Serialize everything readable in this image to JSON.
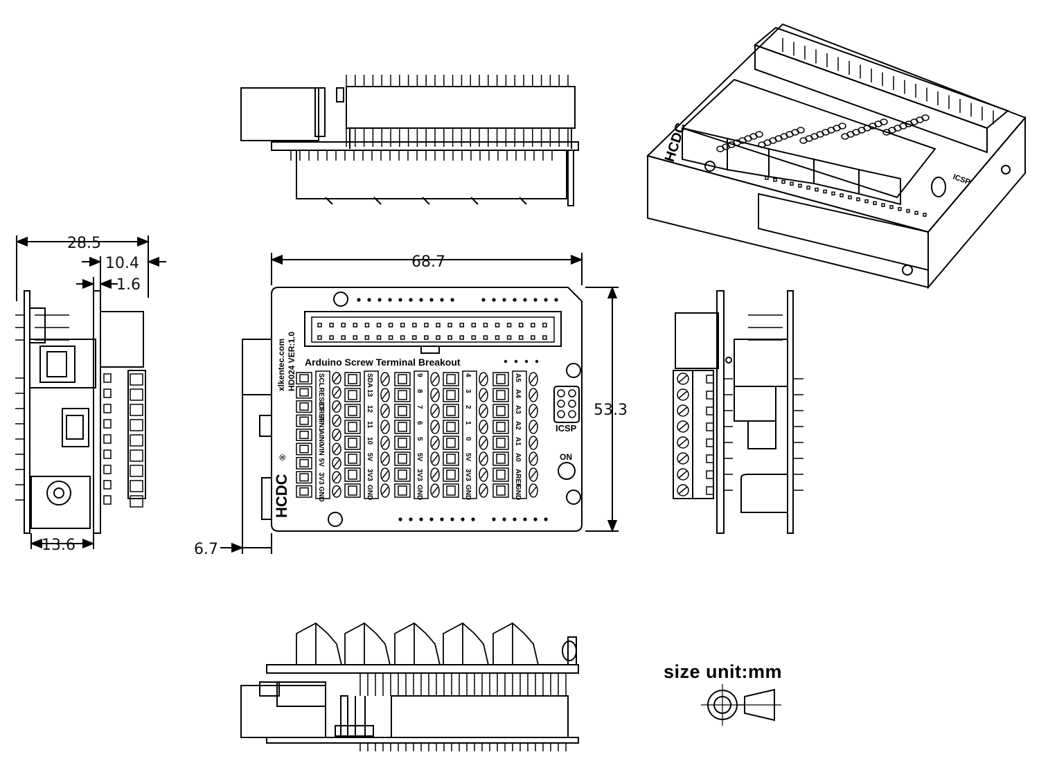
{
  "board": {
    "title": "Arduino Screw Terminal Breakout",
    "website": "xlkentec.com",
    "model": "HD024 VER:1.0",
    "brand": "HCDC",
    "registered": "®",
    "icsp_label": "ICSP",
    "on_label": "ON"
  },
  "dimensions": {
    "width": "68.7",
    "height": "53.3",
    "offset": "6.7",
    "depth_total": "28.5",
    "depth_top": "10.4",
    "pcb_thickness": "1.6",
    "jack_depth": "13.6"
  },
  "terminal_blocks": [
    {
      "pins": [
        "SCL",
        "RESET",
        "IOREF",
        "AIN1",
        "AIN0",
        "VIN",
        "5V",
        "3V3",
        "GND"
      ]
    },
    {
      "pins": [
        "SDA",
        "13",
        "12",
        "11",
        "10",
        "5V",
        "3V3",
        "GND"
      ]
    },
    {
      "pins": [
        "9",
        "8",
        "7",
        "6",
        "5",
        "5V",
        "3V3",
        "GND"
      ]
    },
    {
      "pins": [
        "4",
        "3",
        "2",
        "1",
        "0",
        "5V",
        "3V3",
        "GND"
      ]
    },
    {
      "pins": [
        "A5",
        "A4",
        "A3",
        "A2",
        "A1",
        "A0",
        "AREF",
        "GND"
      ]
    }
  ],
  "legend": {
    "size_unit": "size unit:mm"
  }
}
